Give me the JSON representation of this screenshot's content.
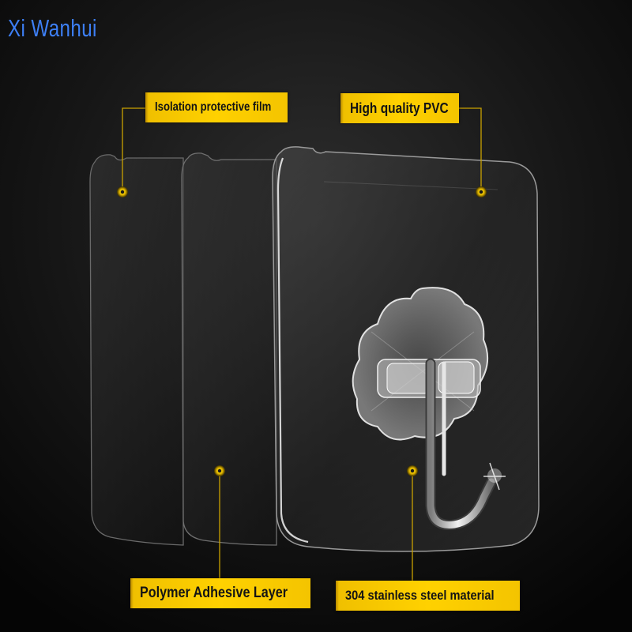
{
  "brand": {
    "watermark": "Xi Wanhui"
  },
  "callouts": {
    "isolation_film": "Isolation protective film",
    "pvc": "High quality PVC",
    "adhesive_layer": "Polymer Adhesive Layer",
    "stainless_steel": "304 stainless steel material"
  },
  "colors": {
    "background": "#0a0a0a",
    "label_yellow": "#ffd100",
    "leader_line": "#c9a100",
    "watermark_blue": "#3d7ff5"
  }
}
